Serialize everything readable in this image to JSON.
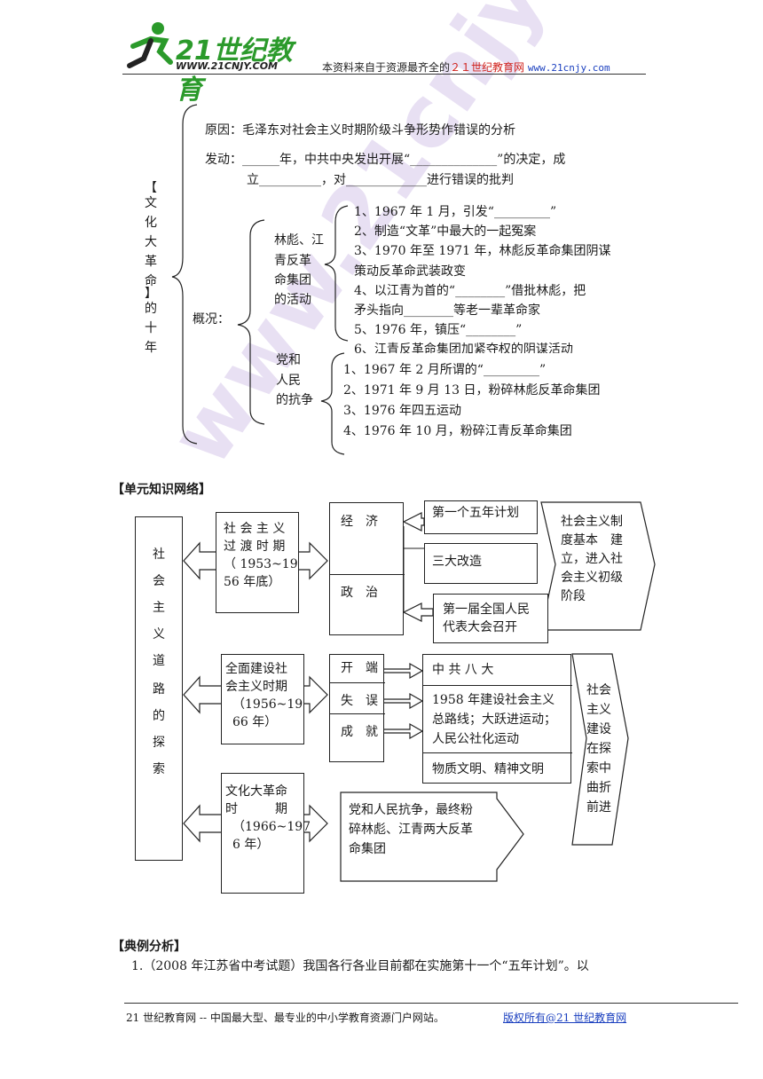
{
  "header": {
    "logo_text": "21世纪教育",
    "logo_url": "WWW.21CNJY.COM",
    "note_prefix": "本资料来自于资源最齐全的",
    "note_brand": "２１世纪教育网",
    "note_url": "www.21cnjy.com"
  },
  "watermark": "www.21cnjy.c",
  "outline": {
    "topic_chars": [
      "【",
      "文",
      "化",
      "大",
      "革",
      "命",
      "】",
      "的",
      "十",
      "年"
    ],
    "reason": "原因：毛泽东对社会主义时期阶级斗争形势作错误的分析",
    "launch_line1": "发动：______年，中共中央发出开展“______________”的决定，成",
    "launch_line2": "立__________，对_____________进行错误的批判",
    "overview_label": "概况：",
    "group1_label": [
      "林彪、江",
      "青反革",
      "命集团",
      "的活动"
    ],
    "group1_items": [
      "1、1967 年 1 月，引发“_________”",
      "2、制造“文革”中最大的一起冤案",
      "3、1970 年至 1971 年，林彪反革命集团阴谋",
      "策动反革命武装政变",
      "4、以江青为首的“________”借批林彪，把",
      "矛头指向________等老一辈革命家",
      "5、1976 年，镇压“________”",
      "6、江青反革命集团加紧夺权的阴谋活动"
    ],
    "group2_label": [
      "党和",
      "人民",
      "的抗争"
    ],
    "group2_items": [
      "1、1967 年 2 月所谓的“_________”",
      "2、1971 年 9 月 13 日，粉碎林彪反革命集团",
      "3、1976 年四五运动",
      "4、1976 年 10 月，粉碎江青反革命集团"
    ]
  },
  "network": {
    "section_title": "【单元知识网络】",
    "main_chars": [
      "社",
      "会",
      "主",
      "义",
      "道",
      "路",
      "的",
      "探",
      "索"
    ],
    "period1": [
      "社 会 主 义",
      "过 渡 时 期",
      "（ 1953~19",
      "56 年底）"
    ],
    "period1_mid": [
      "经　济",
      "政　治"
    ],
    "period1_right": [
      "第一个五年计划",
      "三大改造",
      "第一届全国人民",
      "代表大会召开"
    ],
    "period1_result": [
      "社会主义制",
      "度基本　建",
      "立，进入社",
      "会主义初级",
      "阶段"
    ],
    "period2": [
      "全面建设社",
      "会主义时期",
      "（1956~19",
      "66 年）"
    ],
    "period2_mid": [
      "开　端",
      "失　误",
      "成　就"
    ],
    "period2_right": [
      "中 共 八 大",
      "1958 年建设社会主义",
      "总路线；大跃进运动；",
      "人民公社化运动",
      "物质文明、精神文明"
    ],
    "period2_result": [
      "社会",
      "主义",
      "建设",
      "在探",
      "索中",
      "曲折",
      "前进"
    ],
    "period3": [
      "文化大革命",
      "时　　　期",
      "（1966~197",
      "6 年）"
    ],
    "period3_right": [
      "党和人民抗争，最终粉",
      "碎林彪、江青两大反革",
      "命集团"
    ]
  },
  "examples": {
    "section_title": "【典例分析】",
    "q1": "1.（2008 年江苏省中考试题）我国各行各业目前都在实施第十一个“五年计划”。以"
  },
  "footer": {
    "left": "21 世纪教育网 -- 中国最大型、最专业的中小学教育资源门户网站。",
    "right": "版权所有@21 世纪教育网"
  }
}
